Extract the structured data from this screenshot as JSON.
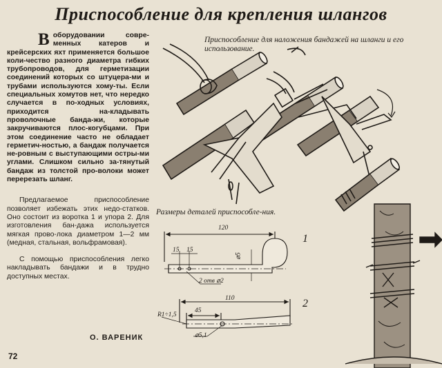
{
  "title": "Приспособление для крепления шлангов",
  "article": {
    "dropcap": "В",
    "p1": "оборудовании совре-менных катеров и крейсерских яхт применяется большое коли-чество разного диаметра гибких трубопроводов, для герметизации соединений которых со штуцера-ми и трубами используются хому-ты. Если специальных хомутов нет, что нередко случается в по-ходных условиях, приходится на-кладывать проволочные банда-жи, которые закручиваются плос-когубцами. При этом соединение часто не обладает герметич-ностью, а бандаж получается не-ровным с выступающими остры-ми углами. Слишком сильно за-тянутый бандаж из толстой про-волоки может перерезать шланг.",
    "p2": "Предлагаемое приспособление позволяет избежать этих недо-статков. Оно состоит из воротка 1 и упора 2. Для изготовления бан-дажа используется мягкая прово-лока диаметром 1—2 мм (медная, стальная, вольфрамовая).",
    "p3": "С помощью приспособления легко накладывать бандажи и в трудно доступных местах.",
    "author": "О. ВАРЕНИК"
  },
  "page_number": "72",
  "figures": {
    "top_caption": "Приспособление для наложения бандажей на шланги и его использование.",
    "dim_caption": "Размеры деталей приспособле-ния.",
    "part1": {
      "number": "1",
      "dims": {
        "overall": "120",
        "seg1": "15",
        "seg2": "15",
        "diameter": "⌀5",
        "holes": "2 отв ⌀2"
      }
    },
    "part2": {
      "number": "2",
      "dims": {
        "overall": "110",
        "length": "45",
        "radius": "R1÷1,5",
        "diameter": "⌀5,1"
      }
    }
  }
}
